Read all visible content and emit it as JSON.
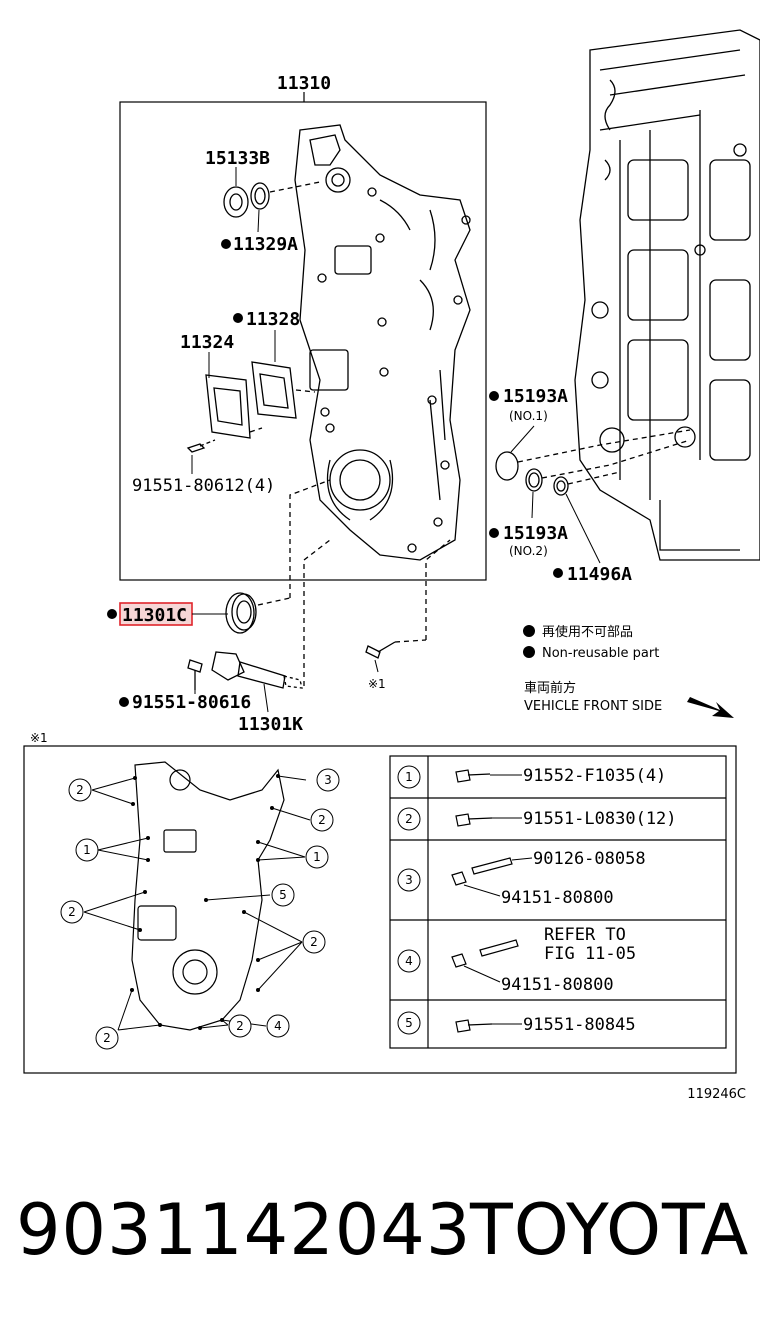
{
  "diagram": {
    "assembly_label": "11310",
    "parts": {
      "p15133B": "15133B",
      "p11329A": "11329A",
      "p11328": "11328",
      "p11324": "11324",
      "p91551_80612": "91551-80612(4)",
      "p15193A_no1": "15193A",
      "no1": "(NO.1)",
      "p15193A_no2": "15193A",
      "no2": "(NO.2)",
      "p11496A": "11496A",
      "p11301C": "11301C",
      "p91551_80616": "91551-80616",
      "p11301K": "11301K",
      "ref_mark": "※1"
    },
    "legend": {
      "non_reusable_jp": "再使用不可部品",
      "non_reusable_en": "Non-reusable part",
      "front_jp": "車両前方",
      "front_en": "VEHICLE FRONT SIDE"
    },
    "inset_label": "※1",
    "inset_callouts": {
      "c1": "1",
      "c2": "2",
      "c3": "3",
      "c4": "4",
      "c5": "5"
    },
    "table": {
      "rows": [
        {
          "num": "1",
          "part": "91552-F1035(4)"
        },
        {
          "num": "2",
          "part": "91551-L0830(12)"
        },
        {
          "num": "3",
          "part_a": "90126-08058",
          "part_b": "94151-80800"
        },
        {
          "num": "4",
          "ref_line1": "REFER TO",
          "ref_line2": "FIG 11-05",
          "part_b": "94151-80800"
        },
        {
          "num": "5",
          "part": "91551-80845"
        }
      ]
    },
    "figure_code": "119246C",
    "highlight_color": "#e0242b"
  },
  "footer": {
    "part_number": "9031142043",
    "brand": "TOYOTA"
  }
}
